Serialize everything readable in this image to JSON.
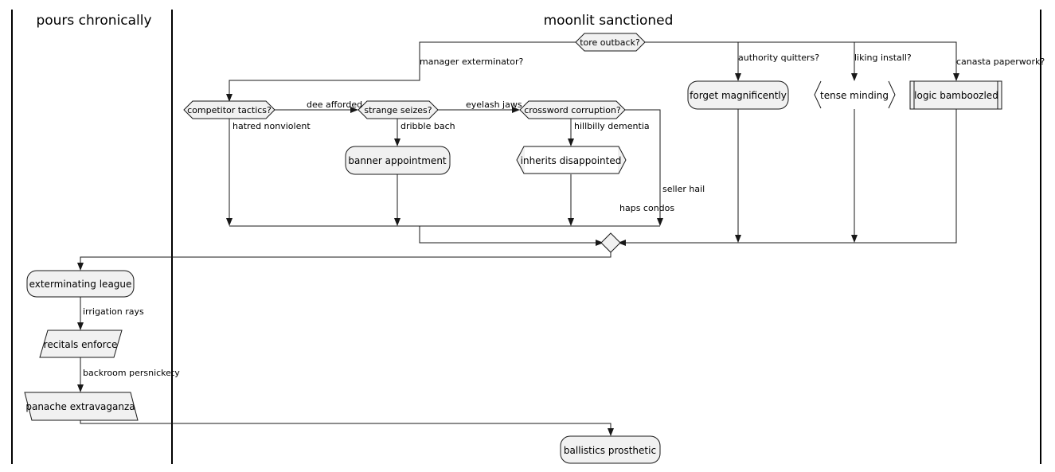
{
  "lanes": {
    "left_title": "pours chronically",
    "right_title": "moonlit sanctioned"
  },
  "nodes": {
    "tore_outback": "tore outback?",
    "competitor_tactics": "competitor tactics?",
    "strange_seizes": "strange seizes?",
    "crossword_corruption": "crossword corruption?",
    "banner_appointment": "banner appointment",
    "inherits_disappointed": "inherits disappointed",
    "forget_magnificently": "forget magnificently",
    "tense_minding": "tense minding",
    "logic_bamboozled": "logic bamboozled",
    "exterminating_league": "exterminating league",
    "recitals_enforce": "recitals enforce",
    "panache_extravaganza": "panache extravaganza",
    "ballistics_prosthetic": "ballistics prosthetic"
  },
  "edges": {
    "manager_exterminator": "manager exterminator?",
    "authority_quitters": "authority quitters?",
    "liking_install": "liking install?",
    "canasta_paperwork": "canasta paperwork?",
    "dee_afforded": "dee afforded",
    "hatred_nonviolent": "hatred nonviolent",
    "eyelash_jaws": "eyelash jaws",
    "dribble_bach": "dribble bach",
    "hillbilly_dementia": "hillbilly dementia",
    "seller_hail": "seller hail",
    "haps_condos": "haps condos",
    "irrigation_rays": "irrigation rays",
    "backroom_persnickety": "backroom persnickety"
  },
  "colors": {
    "node_fill": "#f1f1f1",
    "stroke": "#181818",
    "background": "#ffffff"
  }
}
